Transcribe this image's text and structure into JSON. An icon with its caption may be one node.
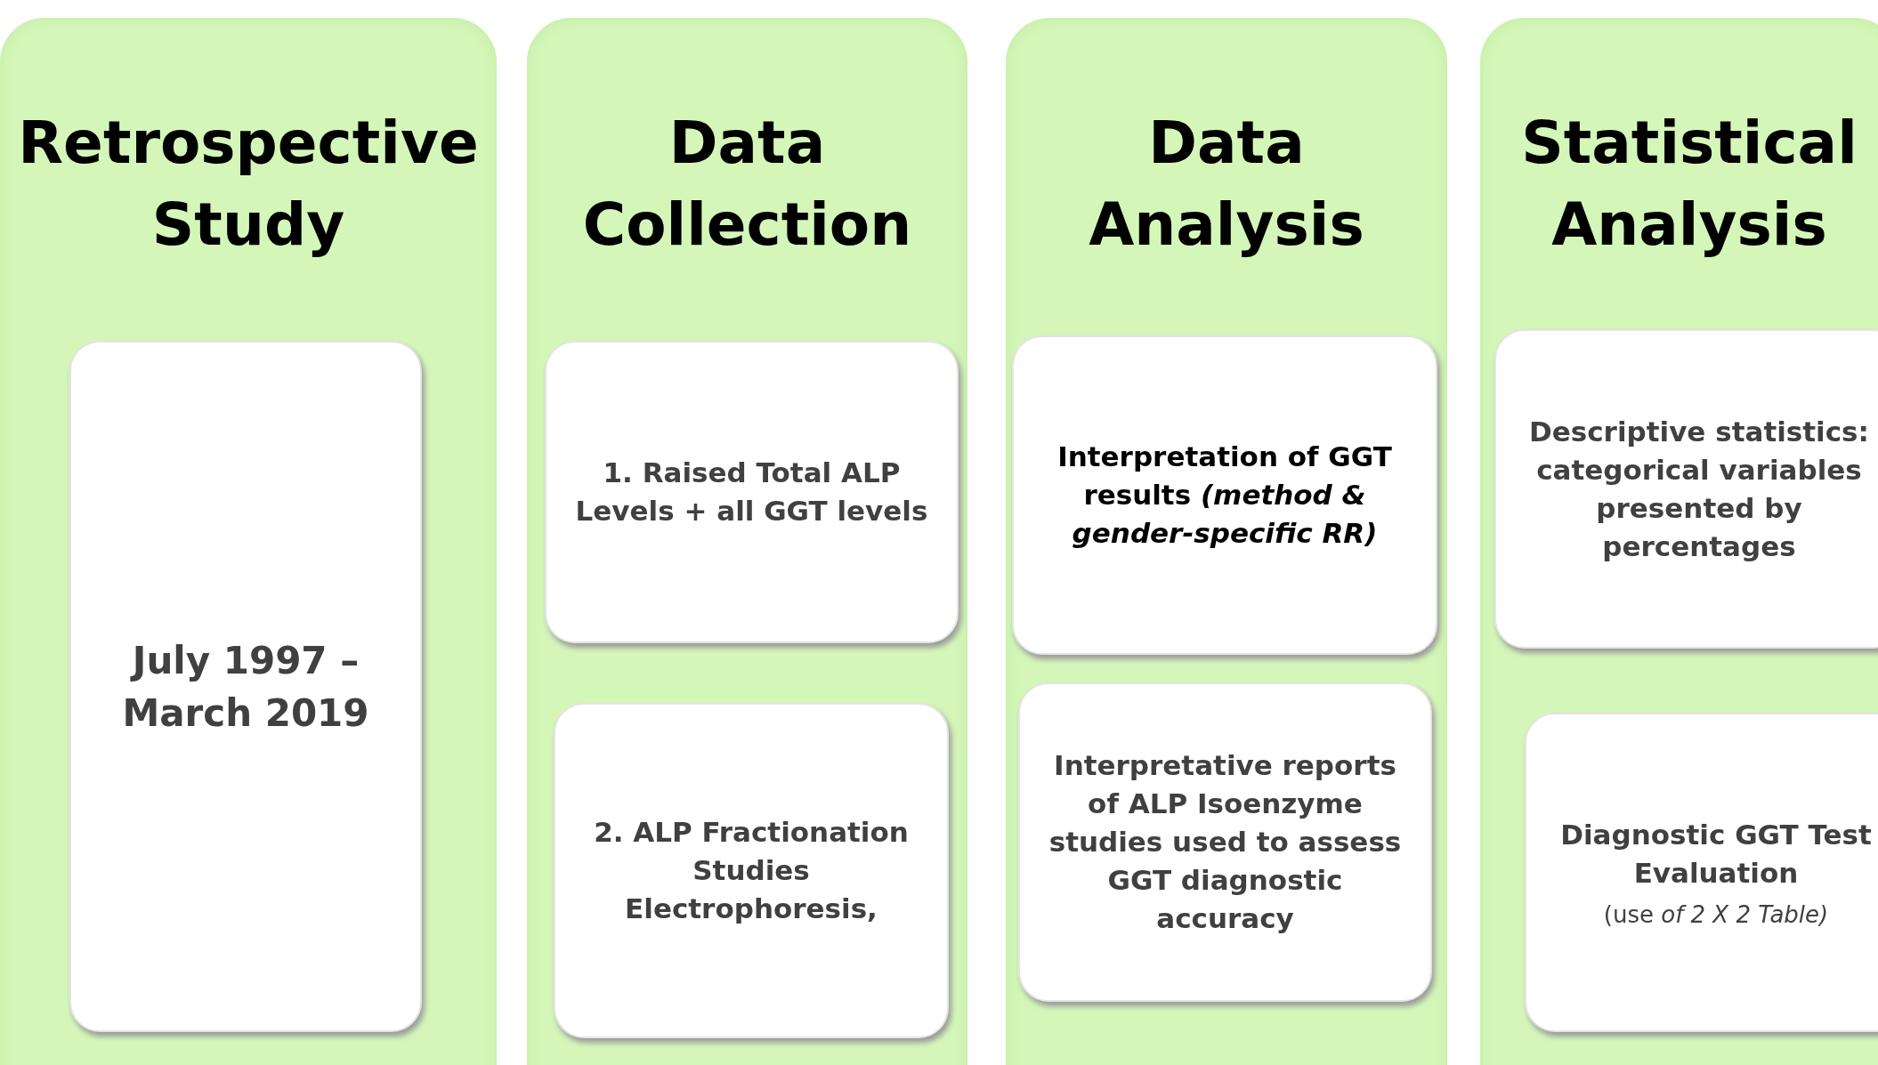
{
  "diagram": {
    "nodes": [
      {
        "text": [
          "Retrospective Study"
        ]
      },
      {
        "text": [
          "July 1997 – March 2019"
        ],
        "in": 0
      },
      {
        "text": [
          "Data Collection"
        ]
      },
      {
        "text": [
          "1. Raised Total ALP Levels + all GGT levels"
        ],
        "in": 2
      },
      {
        "text": [
          "2. ALP Fractionation Studies Electrophoresis,"
        ],
        "in": 2
      },
      {
        "text": [
          "Data Analysis"
        ]
      },
      {
        "text": [
          "Interpretation of GGT results *(method & gender-specific RR)*"
        ],
        "in": 5
      },
      {
        "text": [
          "Interpretative reports of ALP Isoenzyme studies used to assess GGT diagnostic accuracy"
        ],
        "in": 5
      },
      {
        "text": [
          "Statistical Analysis"
        ]
      },
      {
        "text": [
          "Descriptive statistics: categorical variables presented by percentages"
        ],
        "in": 8
      },
      {
        "text": [
          "Diagnostic GGT Test Evaluation",
          "(use *of 2 X 2 Table)*"
        ],
        "in": 8
      }
    ],
    "edges": []
  }
}
